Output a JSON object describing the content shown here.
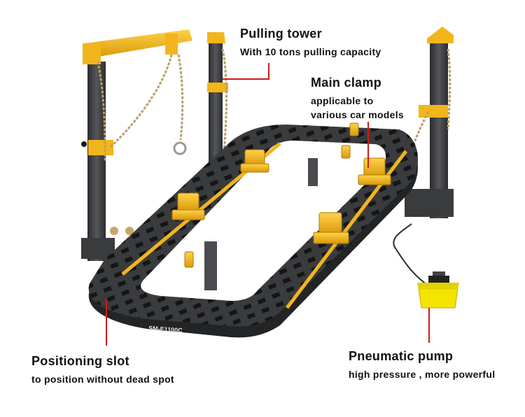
{
  "callouts": {
    "pulling_tower": {
      "title": "Pulling tower",
      "subtitle": "With 10 tons pulling capacity"
    },
    "main_clamp": {
      "title": "Main clamp",
      "line1": "applicable to",
      "line2": "various car models"
    },
    "positioning_slot": {
      "title": "Positioning slot",
      "subtitle": "to position without dead spot"
    },
    "pneumatic_pump": {
      "title": "Pneumatic pump",
      "subtitle": "high pressure , more powerful"
    }
  },
  "product": {
    "model_plate": "SM-E1100C"
  },
  "colors": {
    "frame": "#3a3b3d",
    "frame_dark": "#232426",
    "clamp": "#f2b51c",
    "clamp_dark": "#c98c08",
    "callout_line": "#d11a1a",
    "pump": "#f5e400"
  }
}
